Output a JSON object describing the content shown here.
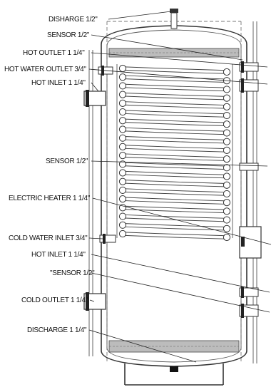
{
  "labels": {
    "disharge": "DISHARGE 1/2\"",
    "sensor_top": "SENSOR 1/2\"",
    "hot_outlet": "HOT OUTLET 1  1/4\"",
    "hot_water_outlet": "HOT WATER OUTLET 3/4\"",
    "hot_inlet_top": "HOT INLET 1  1/4\"",
    "sensor_mid": "SENSOR 1/2\"",
    "electric_heater": "ELECTRIC HEATER 1  1/4\"",
    "cold_water_inlet": "COLD WATER INLET 3/4\"",
    "hot_inlet_bottom": "HOT INLET 1  1/4\"",
    "sensor_mirrored": "\"SENSOR 1/2\"",
    "cold_outlet": "COLD OUTLET 1  1/4\"",
    "discharge_bottom": "DISCHARGE 1  1/4\""
  }
}
